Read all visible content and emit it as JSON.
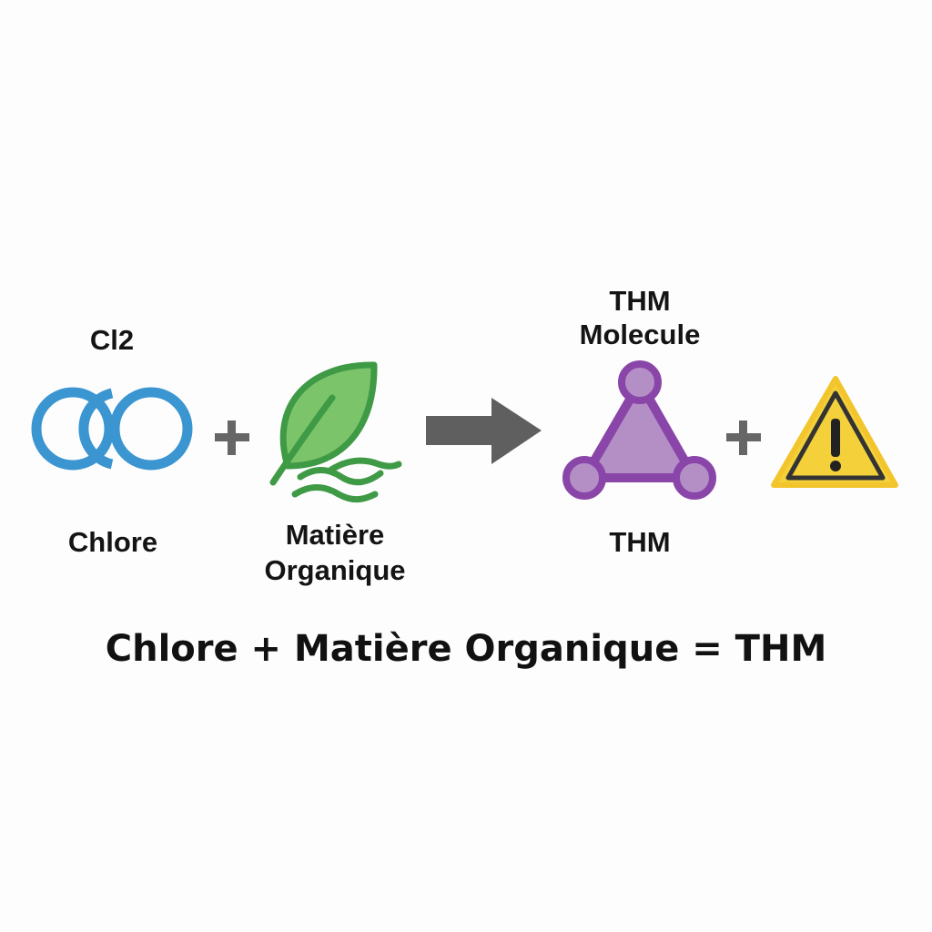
{
  "diagram": {
    "formula_chlorine_label": "Cl2",
    "chlorine_label": "Chlore",
    "organic_label_line1": "Matière",
    "organic_label_line2": "Organique",
    "thm_molecule_line1": "THM",
    "thm_molecule_line2": "Molecule",
    "thm_label": "THM",
    "equation": "Chlore + Matière Organique = THM",
    "plus_symbol": "+"
  },
  "colors": {
    "chlorine": "#3a95d0",
    "leaf_fill": "#7cc46a",
    "leaf_stroke": "#3f9a45",
    "molecule_fill": "#b48fc6",
    "molecule_stroke": "#8a45a8",
    "arrow": "#5f5f5f",
    "warning_fill": "#f4d03a",
    "warning_stroke": "#333333"
  },
  "icons": [
    "rings-icon",
    "leaf-icon",
    "arrow-right-icon",
    "triangle-molecule-icon",
    "warning-icon"
  ]
}
